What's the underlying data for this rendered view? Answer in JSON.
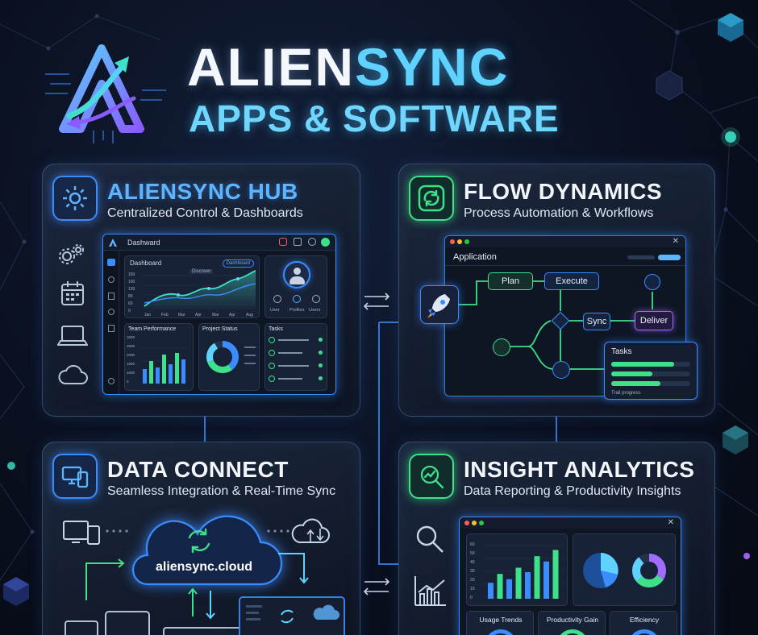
{
  "header": {
    "brand_part1": "ALIEN",
    "brand_part2": "SYNC",
    "subtitle": "APPS & SOFTWARE"
  },
  "panels": {
    "hub": {
      "title": "ALIENSYNC HUB",
      "subtitle": "Centralized Control & Dashboards",
      "icon": "gear-icon",
      "screen_title": "Dashward",
      "dashboard_label": "Dashboard",
      "dashboard_badge": "Dashboard",
      "chart_tooltip": "Discover",
      "x_labels": [
        "Jan",
        "Feb",
        "Mar",
        "Apr",
        "Mar",
        "Apr",
        "Aug"
      ],
      "y_labels": [
        "150",
        "100",
        "120",
        "80",
        "60",
        "0"
      ],
      "user_labels": [
        "User",
        "Profiles",
        "Users"
      ],
      "team_performance": "Team Performance",
      "team_y": [
        "1000",
        "2500",
        "2000",
        "1500",
        "1000",
        "0"
      ],
      "project_status": "Project Status",
      "tasks_label": "Tasks",
      "side_icons": [
        "gears-icon",
        "calendar-icon",
        "laptop-icon",
        "cloud-icon"
      ]
    },
    "flow": {
      "title": "FLOW DYNAMICS",
      "subtitle": "Process Automation & Workflows",
      "icon": "sync-arrows-icon",
      "screen_title": "Application",
      "nodes": {
        "plan": "Plan",
        "execute": "Execute",
        "sync": "Sync",
        "deliver": "Deliver"
      },
      "tasks_label": "Tasks",
      "tasks_caption": "Trail progress",
      "task_progress": [
        0.8,
        0.52,
        0.62
      ]
    },
    "data": {
      "title": "DATA CONNECT",
      "subtitle": "Seamless Integration & Real-Time Sync",
      "icon": "devices-icon",
      "cloud_label": "aliensync.cloud"
    },
    "insight": {
      "title": "INSIGHT ANALYTICS",
      "subtitle": "Data Reporting & Productivity Insights",
      "icon": "chart-search-icon",
      "y_labels": [
        "60",
        "50",
        "40",
        "30",
        "20",
        "10",
        "0"
      ],
      "bars": [
        18,
        28,
        22,
        35,
        30,
        48,
        42,
        55
      ],
      "cards": [
        "Usage Trends",
        "Productivity Gain",
        "Efficiency"
      ]
    }
  },
  "colors": {
    "accent_blue": "#3a8cff",
    "accent_cyan": "#5fd2ff",
    "accent_green": "#3ee08a",
    "background": "#0a1020"
  }
}
